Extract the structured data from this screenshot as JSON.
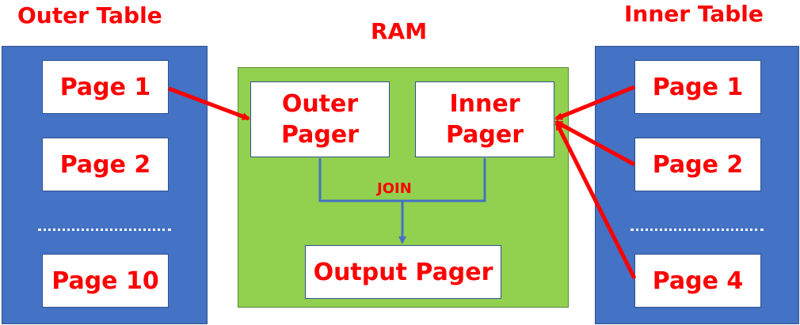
{
  "titles": {
    "outer": "Outer Table",
    "ram": "RAM",
    "inner": "Inner Table"
  },
  "outer_table": {
    "pages": [
      "Page 1",
      "Page 2",
      "Page 10"
    ]
  },
  "inner_table": {
    "pages": [
      "Page 1",
      "Page 2",
      "Page 4"
    ]
  },
  "ram": {
    "outer_pager": [
      "Outer",
      "Pager"
    ],
    "inner_pager": [
      "Inner",
      "Pager"
    ],
    "join_label": "JOIN",
    "output_pager": "Output Pager"
  },
  "colors": {
    "panel": "#4472c4",
    "ram": "#92d050",
    "text": "#ff0000",
    "arrow": "#ff0000",
    "join_line": "#4472c4"
  }
}
